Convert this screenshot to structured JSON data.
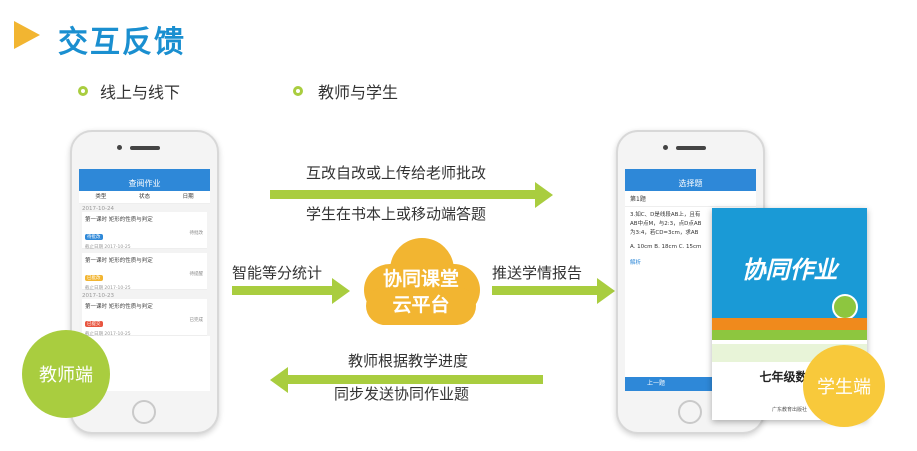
{
  "header": {
    "title": "交互反馈"
  },
  "bullets": [
    "线上与线下",
    "教师与学生"
  ],
  "flows": {
    "top_line1": "互改自改或上传给老师批改",
    "top_line2": "学生在书本上或移动端答题",
    "left_label": "智能等分统计",
    "right_label": "推送学情报告",
    "bottom_line1": "教师根据教学进度",
    "bottom_line2": "同步发送协同作业题"
  },
  "cloud": {
    "line1": "协同课堂",
    "line2": "云平台"
  },
  "teacher_badge": "教师端",
  "student_badge": "学生端",
  "teacher_phone": {
    "title": "查阅作业",
    "filters": [
      "类型",
      "状态",
      "日期"
    ],
    "items": [
      {
        "date": "2017-10-24",
        "title": "第一课时 矩形的性质与判定",
        "tag": "待批改",
        "tag_color": "#2e88d8",
        "meta": "截止日期 2017-10-25",
        "action": "待批改"
      },
      {
        "date": "",
        "title": "第一课时 矩形的性质与判定",
        "tag": "已批改",
        "tag_color": "#f2b531",
        "meta": "截止日期 2017-10-25",
        "action": "待提醒"
      },
      {
        "date": "2017-10-23",
        "title": "第一课时 矩形的性质与判定",
        "tag": "已提交",
        "tag_color": "#e8553f",
        "meta": "截止日期 2017-10-25",
        "action": "已完成"
      }
    ]
  },
  "student_phone": {
    "title": "选择题",
    "subtitle": "第1题",
    "question": "3.如C、D是线段AB上，且有AB中点M，与2:3，点D点AB为3:4，若CD=3cm，求AB",
    "options": "A. 10cm  B. 18cm  C. 15cm",
    "answer_label": "解析",
    "bottom_left": "上一题"
  },
  "book": {
    "title": "协同作业",
    "subtitle": "七年级数学",
    "publisher": "广东教育出版社",
    "colors": {
      "cover": "#1a9ad6",
      "orange": "#f08a1c",
      "green": "#8dc63f"
    }
  },
  "colors": {
    "accent_green": "#a9cd3f",
    "title_blue": "#1a8fd0",
    "cloud_yellow": "#f2b531",
    "badge_yellow": "#f8c93b"
  }
}
